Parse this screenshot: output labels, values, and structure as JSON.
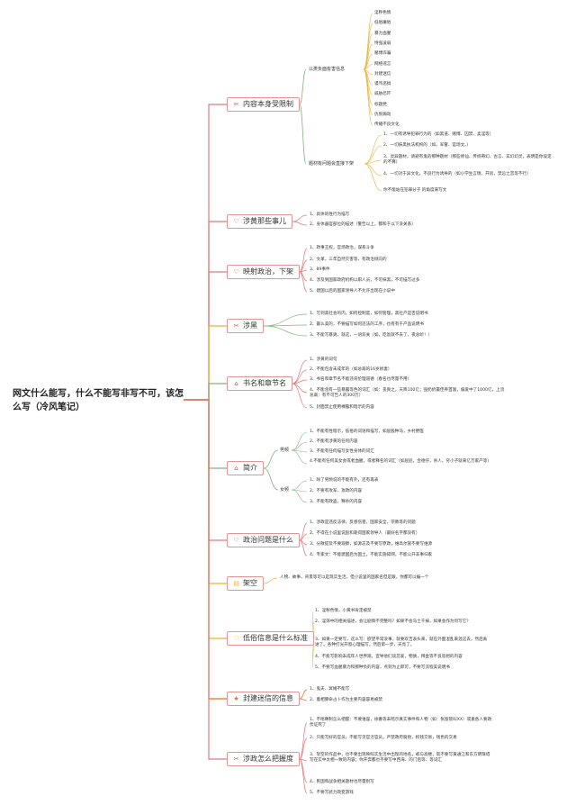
{
  "root": "网文什么能写，什么不能写非写不可，该怎么写（冷风笔记）",
  "branches": [
    {
      "id": "b0",
      "label": "内容本身受限制",
      "icon_name": "tools-icon",
      "icon": "✂",
      "icon_color": "#d04a4a"
    },
    {
      "id": "b1",
      "label": "涉黄那些事儿",
      "icon_name": "heart-icon",
      "icon": "♡",
      "icon_color": "#d04a4a"
    },
    {
      "id": "b2",
      "label": "映射政治，下架",
      "icon_name": "heart-icon",
      "icon": "♡",
      "icon_color": "#d04a4a"
    },
    {
      "id": "b3",
      "label": "涉黑",
      "icon_name": "tools-icon",
      "icon": "✂",
      "icon_color": "#d04a4a"
    },
    {
      "id": "b4",
      "label": "书名和章节名",
      "icon_name": "tag-icon",
      "icon": "⌂",
      "icon_color": "#d04a4a"
    },
    {
      "id": "b5",
      "label": "简介",
      "icon_name": "home-icon",
      "icon": "⌂",
      "icon_color": "#d04a4a"
    },
    {
      "id": "b6",
      "label": "政治问题是什么",
      "icon_name": "heart-icon",
      "icon": "♡",
      "icon_color": "#d04a4a"
    },
    {
      "id": "b7",
      "label": "架空",
      "icon_name": "note-icon",
      "icon": "▤",
      "icon_color": "#e8b23a"
    },
    {
      "id": "b8",
      "label": "低俗信息是什么标准",
      "icon_name": "heart-icon",
      "icon": "♡",
      "icon_color": "#e8b23a"
    },
    {
      "id": "b9",
      "label": "封建迷信的信息",
      "icon_name": "star-icon",
      "icon": "★",
      "icon_color": "#d9732c"
    },
    {
      "id": "b10",
      "label": "涉政怎么把握度",
      "icon_name": "tools-icon",
      "icon": "✂",
      "icon_color": "#d04a4a"
    }
  ],
  "b0": {
    "sub1": "以类负面有害信息",
    "sub1_items": [
      "淫秽色情",
      "低俗庸俗",
      "暴力血腥",
      "恃强凌弱",
      "赌博诈骗",
      "网络谣言",
      "封建迷信",
      "谩骂恶搞",
      "威胁恐吓",
      "标题党",
      "仇恨煽动",
      "传播不良文化"
    ],
    "sub2": "题材有问题会直接下架",
    "sub2_items": [
      "1、一切有诱导犯罪行为的（如黑道、赌博、囚禁、卖淫等）",
      "2、一切抹黑执法机构的（如，军警、官场文。）",
      "3、灵异题材，请避有鬼的那种题材（那些修仙、传统奇幻、古言、玄幻幻灵，表明是你设定的不算）",
      "4、一切对于异文化，不良行为诱导的（如小学生言情，开房，禁忌之恋等不行）",
      "你不能站在犯罪分子 的角度来写文"
    ]
  },
  "b1": {
    "items": [
      "1、具体的性行为描写",
      "2、身体器官部位的描述（警告以上，都和于以下没关系）"
    ]
  },
  "b2": {
    "items": [
      "1、政事王权，官场政治，谋系斗争",
      "2、文革，三年自然灾害等，有政治倾向的",
      "3、89事件",
      "4、涉及到国家政府机构以职人员，不可抹黑，不可描写过多",
      "5、建国以后的国家领导人不允许出现在小说中"
    ]
  },
  "b3": {
    "items": [
      "1、写到黑社会的内，如何控制度，如何管理，黑社产是否说明书",
      "2、最么美的，不要描写如何违法的工序，也有有于产品说明书",
      "3、不能写暴爽，就这，一语双关（如，吃饭就不去了，夜总听！）"
    ]
  },
  "b4": {
    "items": [
      "1、涉黄的词句",
      "2、不能包含未成年的（如总裁的16岁娇妻）",
      "3、书名和章节名不能违背伦理道德（春名也尽量不用）",
      "4、不能含有一些暴露等色的词汇（如：丧爽之，天降100亿；强奶奶最佳养首富，偏爱中了1000亿，上流总裁：有不可告人的300万）",
      "5、封面禁止使用裸露和暗示的内容"
    ]
  },
  "b5": {
    "sub_men": "男频",
    "men_items": [
      "1、不能有性暗示，低俗的词语和描写，如屁股种马，乡村野医",
      "2、不能有涉黄的任何内容",
      "3、不能有任何描写女性身体的词汇",
      "4.不能有任何美女会或者血腥，或者释名的词汇（如屁屁，合德仔，杀人，穷小子就来亿万家产等）"
    ],
    "sub_women": "女频",
    "women_items": [
      "1、除了男频说的不能有外，还有再表",
      "2、不要有攻军、攻政的内容",
      "3、不能有政盗，释杀的内容"
    ]
  },
  "b6": {
    "items": [
      "1、涉政是违反法律，反感伤害，国家安全，宗教等的问题",
      "2、不得在小说里说殴和靠得国家领导人（最好名字都没有）",
      "3、分散提及不要观察，如源志及不要写原政，维高尔族不要写维源",
      "4、专家文：不能建国后为国土，不能实施碎网，不能公开非事归家"
    ]
  },
  "b7": {
    "text": "人物、故事，背景等可以是现实生活，但小说里的国家名但是跟，你都可以编一个"
  },
  "b8": {
    "items": [
      "1、淫秽色情，小黄书肯定被禁",
      "2、淫荡中的相关描述，会让剧情不完整吗？如果不会马士干掉，如果会作为何写它？",
      "3、如果一定要写，这么写：欲望平常没事，就要欢吉表头来，就在外面混乱来混这去，然后丢进了。各种打光开窗心理描写，然后第一步，天亮了。",
      "4、不能写影响未成年人世界观，宣导他们谈恋爱，物质，拜金等不良思想的内容",
      "5、不要写血腥暴力和那种负的内容，点到为止即可，不要写流程美说明书"
    ]
  },
  "b9": {
    "items": [
      "1、鬼夫、冥婚不能写",
      "2、着相算命占卜作为主要内容容易被禁"
    ]
  },
  "b10": {
    "items": [
      "1、不唔眯制怎么把握：不要谁容，徐番等未暗示真实事件和人物（如：张留管叫XX）或素各人要政伏证死了",
      "2、只能写好的官员，不能写贪官污官员，严禁政府腐败，权钱交易，钱色的交易",
      "3、架空的作品中，也不要出现映照实生活中出现的地名，却与高楼，就不要写黄通江和东方明珠塔写在实中太相一致的内容；你开奔都也不要写中西海、的门后等、等词汇",
      "4、民国和战争相关题材也尽量别写",
      "5、不要写武力政变游戏"
    ]
  }
}
